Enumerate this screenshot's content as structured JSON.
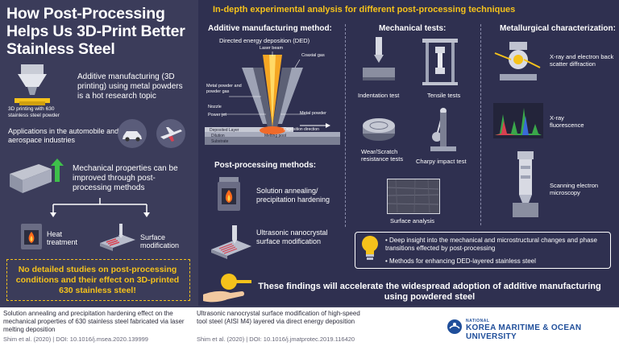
{
  "colors": {
    "background": "#3b3c5a",
    "accent": "#f5c21b",
    "panel": "#2f3050",
    "text": "#ffffff"
  },
  "title": "How Post-Processing Helps Us 3D-Print Better Stainless Steel",
  "left": {
    "printer_caption": "3D printing with 630 stainless steel powder",
    "intro_text": "Additive manufacturing (3D printing) using metal powders is a hot research topic",
    "applications": "Applications in the automobile and aerospace industries",
    "mechanical_text": "Mechanical properties can be improved through post-processing methods",
    "heat_label": "Heat treatment",
    "surface_label": "Surface modification",
    "callout": "No detailed studies on post-processing conditions and their effect on 3D-printed 630 stainless steel!"
  },
  "right": {
    "header": "In-depth experimental analysis for different post-processing techniques",
    "am_title": "Additive manufacturing method:",
    "ded_title": "Directed energy deposition (DED)",
    "ded_labels": {
      "laser": "Laser beam",
      "coaxial": "Coaxial gas",
      "powder_gas": "Metal powder and powder gas",
      "nozzle": "Nozzle",
      "power_jet": "Power jet",
      "deposited": "Deposited Layer",
      "dilution": "Dilution",
      "substrate": "Substrate",
      "melting": "Melting pool",
      "metal_powder": "Metal powder",
      "direction": "Deposition direction"
    },
    "pp_title": "Post-processing methods:",
    "pp_items": [
      "Solution annealing/ precipitation hardening",
      "Ultrasonic nanocrystal surface modification"
    ],
    "mech_title": "Mechanical tests:",
    "mech_items": [
      "Indentation test",
      "Tensile tests",
      "Wear/Scratch resistance tests",
      "Charpy impact test",
      "Surface analysis"
    ],
    "met_title": "Metallurgical characterization:",
    "met_items": [
      "X-ray and electron back scatter diffraction",
      "X-ray fluorescence",
      "Scanning electron microscopy"
    ],
    "insights": [
      "Deep insight into the mechanical and microstructural changes and phase transitions effected by post-processing",
      "Methods for enhancing DED-layered stainless steel"
    ],
    "conclusion": "These findings will accelerate the widespread adoption of additive manufacturing using powdered steel"
  },
  "footer": {
    "cite1": "Solution annealing and precipitation hardening effect on the mechanical properties of 630 stainless steel fabricated via laser melting deposition",
    "doi1": "Shim et al. (2020) | DOI: 10.1016/j.msea.2020.139999",
    "cite2": "Ultrasonic nanocrystal surface modification of high-speed tool steel (AISI M4) layered via direct energy deposition",
    "doi2": "Shim et al. (2020) | DOI: 10.1016/j.jmatprotec.2019.116420",
    "logo_small": "NATIONAL",
    "logo_main": "KOREA MARITIME & OCEAN UNIVERSITY"
  }
}
